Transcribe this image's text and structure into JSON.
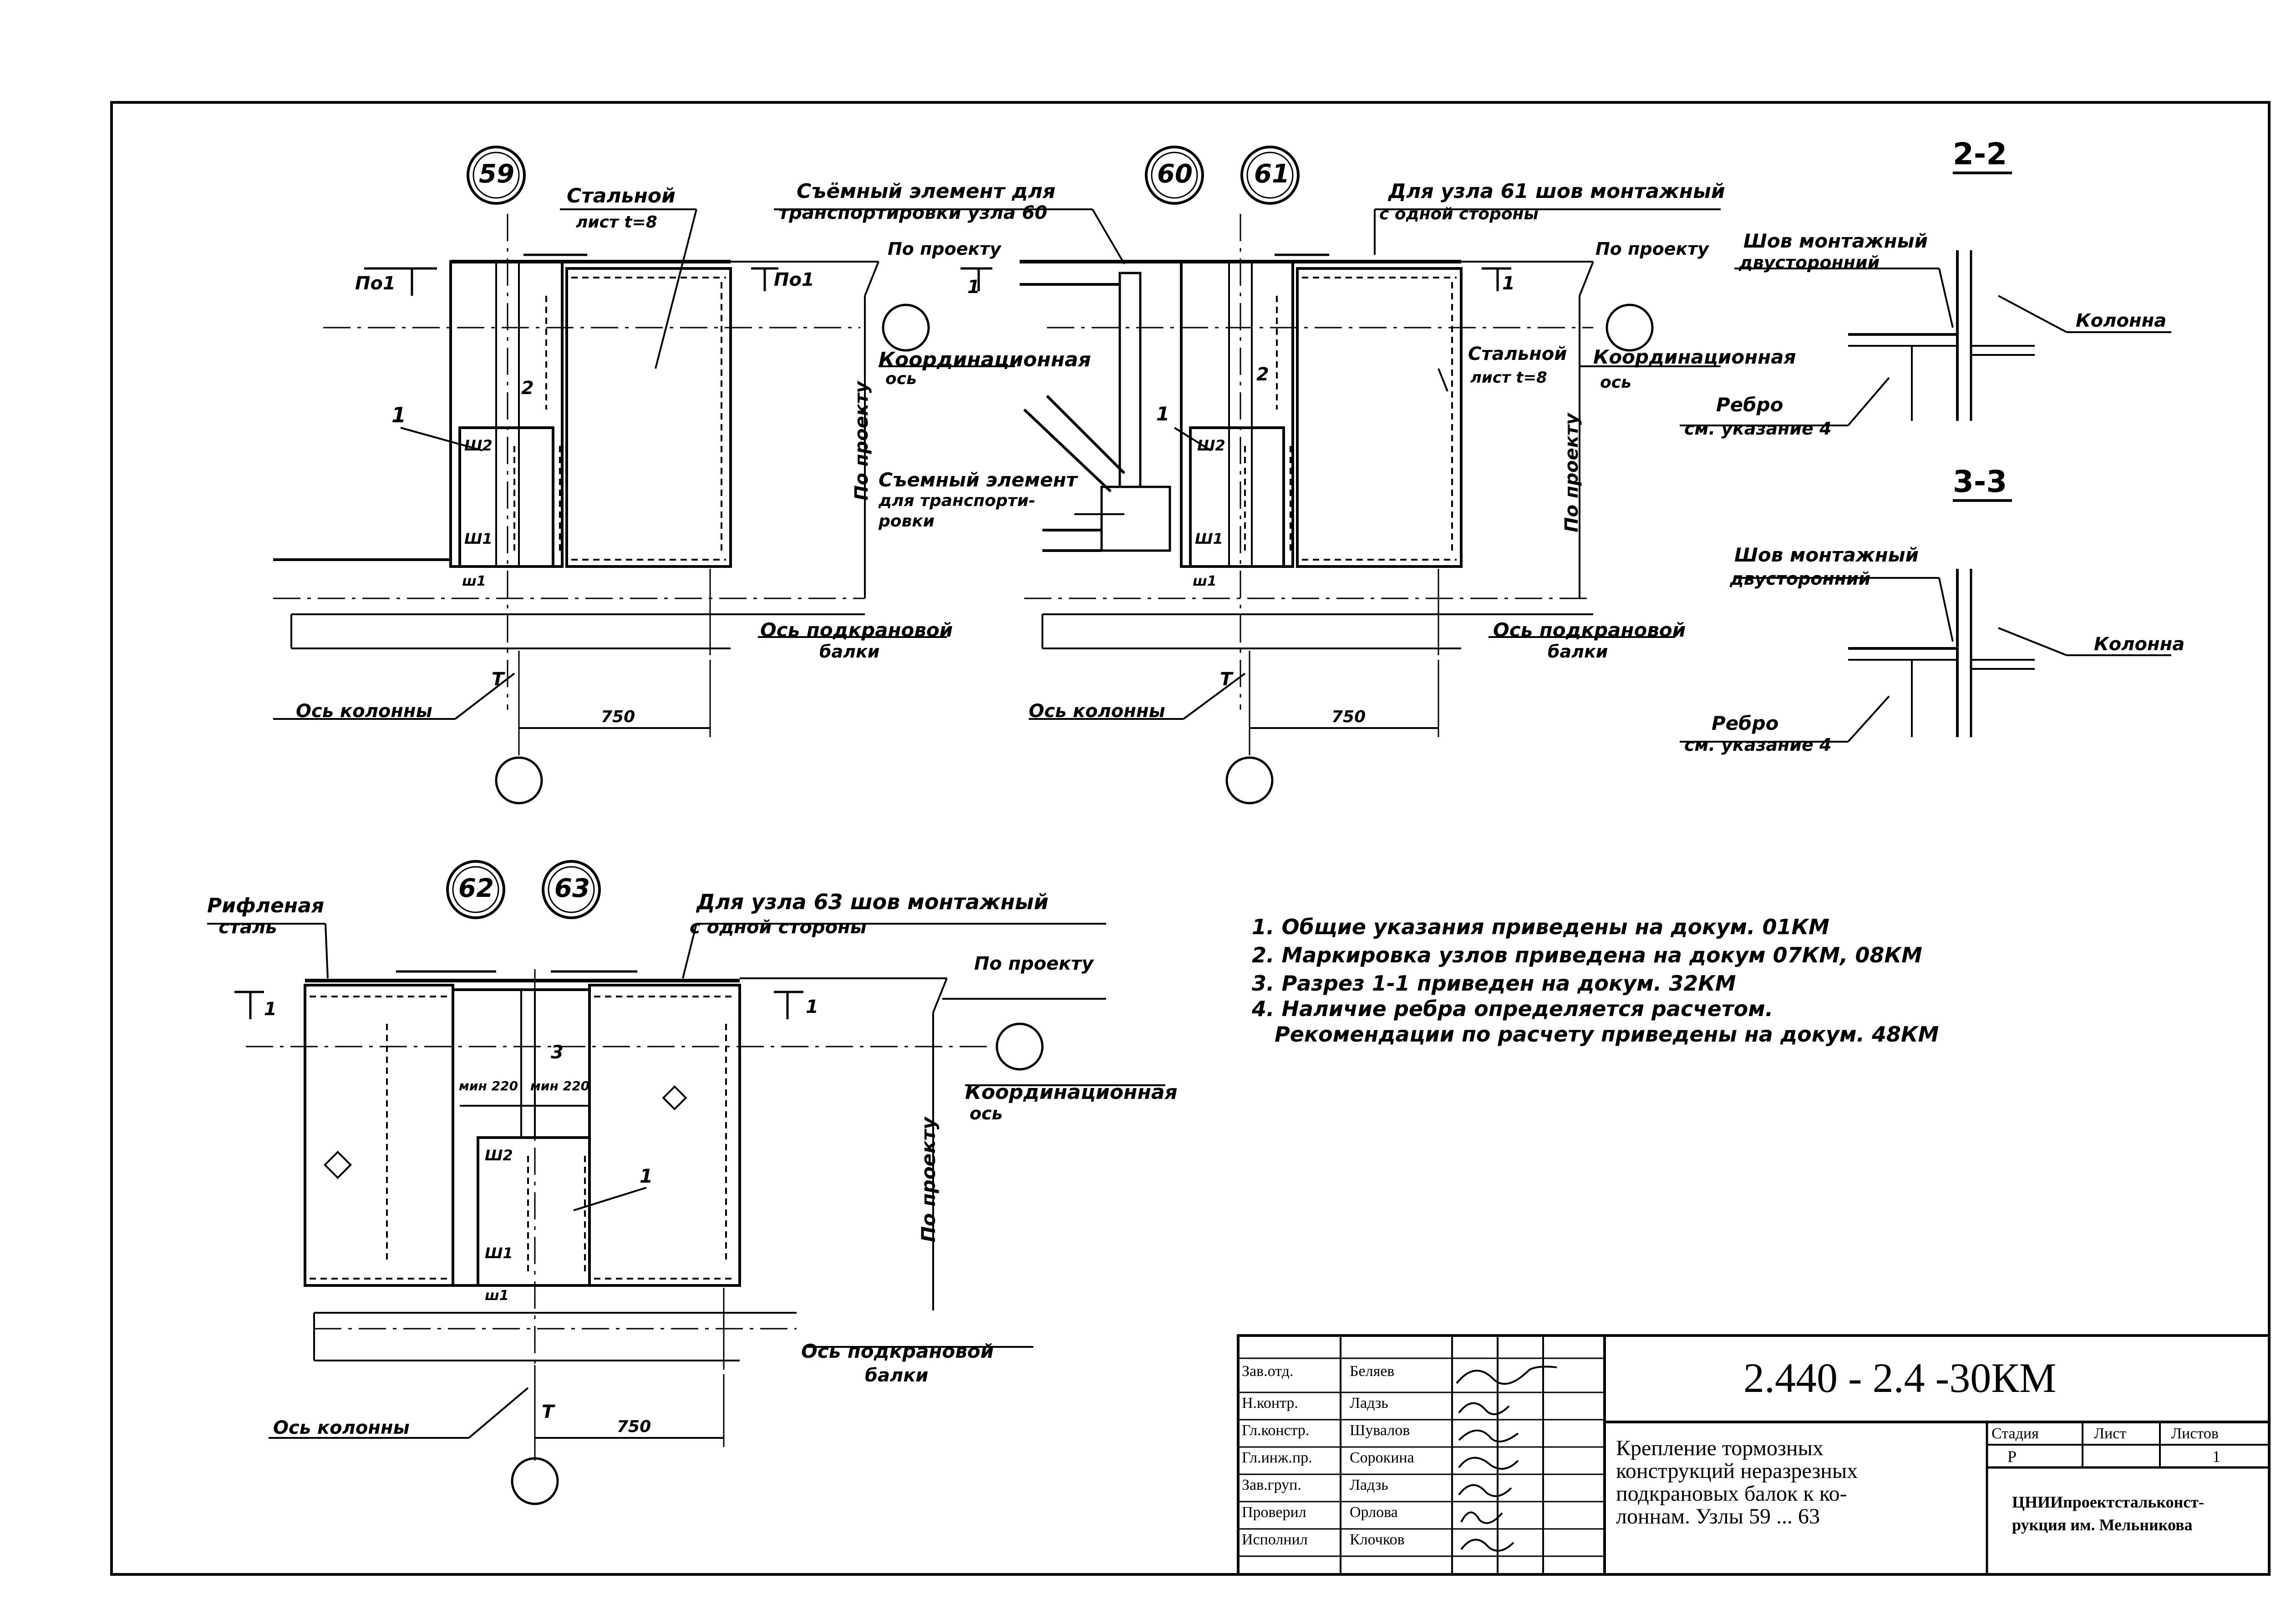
{
  "nodes": {
    "top_left": [
      "59"
    ],
    "top_right": [
      "60",
      "61"
    ],
    "bottom": [
      "62",
      "63"
    ]
  },
  "drawing_59": {
    "note_sheet": [
      "Стальной",
      "лист t=8"
    ],
    "section_left": "По1",
    "section_right": "По1",
    "po_proektu_h": "По проекту",
    "coord_axis": [
      "Координационная",
      "ось"
    ],
    "po_proektu_v": "По проекту",
    "beam_axis": [
      "Ось подкрановой",
      "балки"
    ],
    "column_axis": "Ось колонны",
    "dim": "750",
    "label_1": "1",
    "label_2": "2",
    "label_T": "T",
    "welds": [
      "Ш2",
      "Ш1",
      "ш1"
    ]
  },
  "drawing_60": {
    "removable_top": [
      "Съёмный элемент для",
      "транспортировки узла 60"
    ],
    "weld_61": [
      "Для узла 61 шов монтажный",
      "с одной стороны"
    ],
    "po_proektu_h": "По проекту",
    "section_left": "1",
    "section_right": "1",
    "removable_mid": [
      "Съемный элемент",
      "для транспорти-",
      "ровки"
    ],
    "sheet": [
      "Стальной",
      "лист t=8"
    ],
    "coord_axis": [
      "Координационная",
      "ось"
    ],
    "po_proektu_v": "По проекту",
    "beam_axis": [
      "Ось подкрановой",
      "балки"
    ],
    "column_axis": "Ось колонны",
    "dim": "750",
    "label_1": "1",
    "label_2": "2",
    "label_T": "T",
    "welds": [
      "Ш2",
      "Ш1",
      "ш1"
    ]
  },
  "section_22": {
    "title": "2-2",
    "weld": [
      "Шов монтажный",
      "двусторонний"
    ],
    "column": "Колонна",
    "rib": [
      "Ребро",
      "см. указание 4"
    ]
  },
  "section_33": {
    "title": "3-3",
    "weld": [
      "Шов монтажный",
      "двусторонний"
    ],
    "column": "Колонна",
    "rib": [
      "Ребро",
      "см. указание 4"
    ]
  },
  "drawing_62": {
    "riffled": [
      "Рифленая",
      "сталь"
    ],
    "weld_63": [
      "Для узла 63 шов монтажный",
      "с одной стороны"
    ],
    "po_proektu_h": "По проекту",
    "coord_axis": [
      "Координационная",
      "ось"
    ],
    "po_proektu_v": "По проекту",
    "beam_axis": [
      "Ось подкрановой",
      "балки"
    ],
    "column_axis": "Ось колонны",
    "dim": "750",
    "min_left": "мин 220",
    "min_right": "мин 220",
    "label_1": "1",
    "label_3": "3",
    "label_T": "T",
    "section_left": "1",
    "section_right": "1",
    "welds": [
      "Ш2",
      "Ш1",
      "ш1"
    ]
  },
  "notes": [
    "1. Общие указания приведены на докум. 01КМ",
    "2. Маркировка узлов приведена на докум 07КМ, 08КМ",
    "3. Разрез 1-1 приведен на докум. 32КМ",
    "4. Наличие ребра определяется расчетом.",
    "Рекомендации по расчету приведены на докум. 48КМ"
  ],
  "title_block": {
    "code": "2.440 - 2.4 -30КМ",
    "description": [
      "Крепление тормозных",
      "конструкций неразрезных",
      "подкрановых балок к ко-",
      "лоннам. Узлы 59 ... 63"
    ],
    "headers": {
      "stage": "Стадия",
      "sheet": "Лист",
      "sheets": "Листов"
    },
    "stage": "Р",
    "sheet": "",
    "sheets": "1",
    "org": [
      "ЦНИИпроектстальконст-",
      "рукция им. Мельникова"
    ],
    "roles": [
      {
        "role": "Зав.отд.",
        "name": "Беляев"
      },
      {
        "role": "Н.контр.",
        "name": "Ладзь"
      },
      {
        "role": "Гл.констр.",
        "name": "Шувалов"
      },
      {
        "role": "Гл.инж.пр.",
        "name": "Сорокина"
      },
      {
        "role": "Зав.груп.",
        "name": "Ладзь"
      },
      {
        "role": "Проверил",
        "name": "Орлова"
      },
      {
        "role": "Исполнил",
        "name": "Клочков"
      }
    ]
  }
}
